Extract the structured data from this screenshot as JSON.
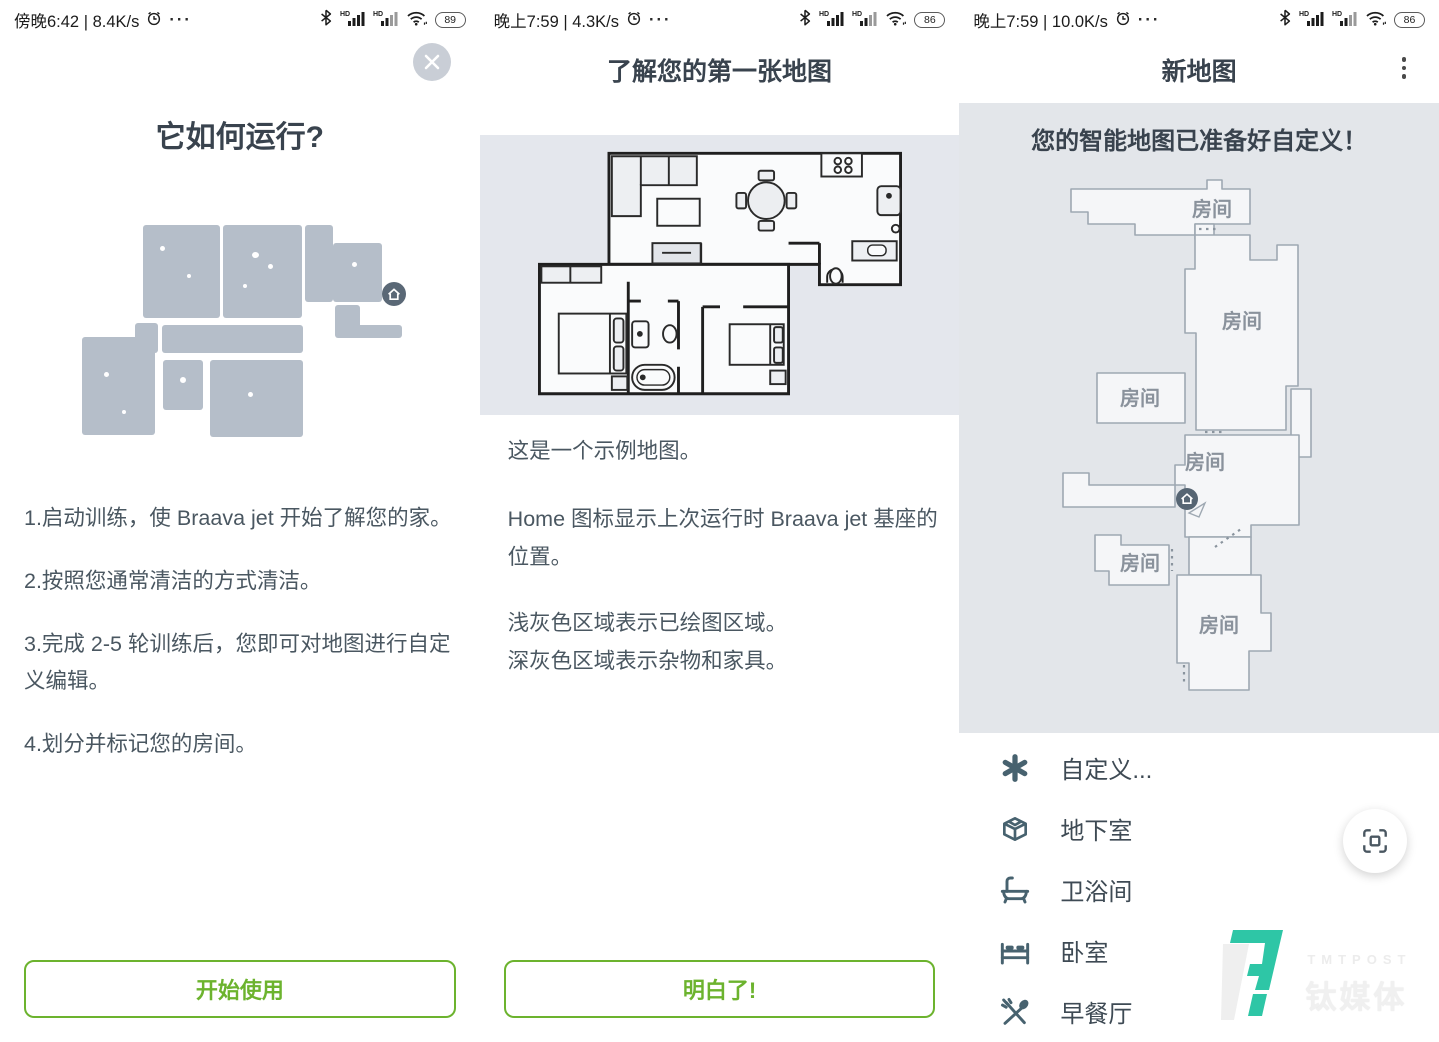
{
  "colors": {
    "green": "#6CB32E",
    "slate_icon": "#47626F",
    "teal": "#2EC6A6",
    "map_blob": "#B5BEC9",
    "panel_gray": "#E3E6EA",
    "band_gray": "#E4E7ED",
    "home_badge": "#5A6876"
  },
  "icons": {
    "hd": "HD"
  },
  "screens": {
    "how_it_works": {
      "status": {
        "left": "傍晚6:42 | 8.4K/s",
        "more": "···",
        "battery": "89"
      },
      "title": "它如何运行?",
      "steps": [
        "1.启动训练，使 Braava jet 开始了解您的家。",
        "2.按照您通常清洁的方式清洁。",
        "3.完成 2-5 轮训练后，您即可对地图进行自定义编辑。",
        "4.划分并标记您的房间。"
      ],
      "button": "开始使用"
    },
    "first_map": {
      "status": {
        "left": "晚上7:59 | 4.3K/s",
        "more": "···",
        "battery": "86"
      },
      "title": "了解您的第一张地图",
      "paragraphs": [
        "这是一个示例地图。",
        "Home 图标显示上次运行时 Braava jet 基座的位置。",
        "浅灰色区域表示已绘图区域。",
        "深灰色区域表示杂物和家具。"
      ],
      "button": "明白了!"
    },
    "new_map": {
      "status": {
        "left": "晚上7:59 | 10.0K/s",
        "more": "···",
        "battery": "86"
      },
      "title": "新地图",
      "heading": "您的智能地图已准备好自定义！",
      "room_label": "房间",
      "list": [
        {
          "icon": "asterisk-icon",
          "label": "自定义..."
        },
        {
          "icon": "basement-box-icon",
          "label": "地下室"
        },
        {
          "icon": "bathtub-icon",
          "label": "卫浴间"
        },
        {
          "icon": "bed-icon",
          "label": "卧室"
        },
        {
          "icon": "utensils-icon",
          "label": "早餐厅"
        }
      ],
      "watermark": {
        "en": "TMTPOST",
        "cn": "钛媒体"
      }
    }
  }
}
